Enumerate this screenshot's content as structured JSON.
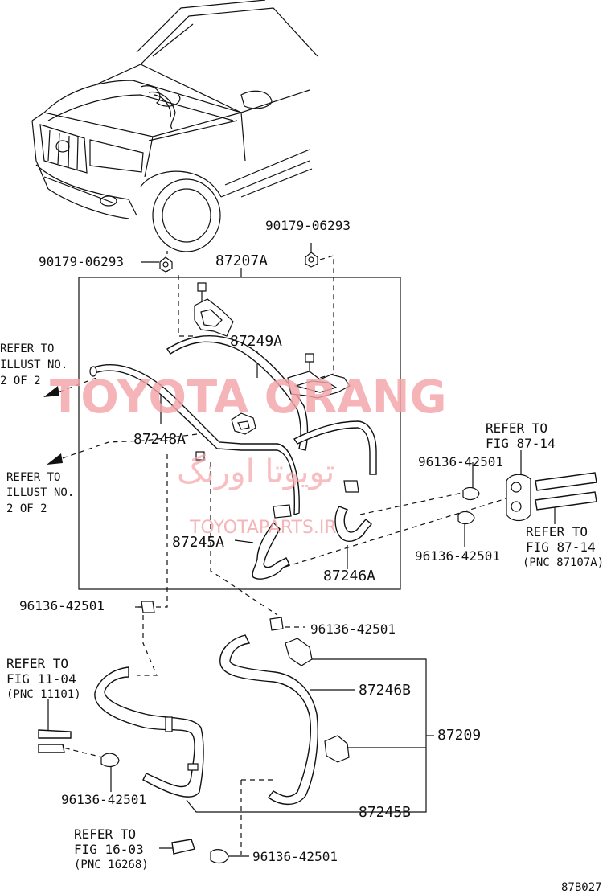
{
  "part_numbers": {
    "bolt_left": "90179-06293",
    "bolt_right": "90179-06293",
    "hose_assy_upper": "87207A",
    "hose_87249": "87249A",
    "hose_87248": "87248A",
    "hose_87245a": "87245A",
    "hose_87246a": "87246A",
    "clamp_right_upper": "96136-42501",
    "clamp_right_lower": "96136-42501",
    "clamp_left_mid": "96136-42501",
    "clamp_center_mid": "96136-42501",
    "hose_87246b": "87246B",
    "hose_assy_lower": "87209",
    "hose_87245b": "87245B",
    "clamp_lower_left": "96136-42501",
    "clamp_bottom": "96136-42501"
  },
  "references": {
    "illust_upper": [
      "REFER TO",
      "ILLUST NO.",
      "2 OF 2"
    ],
    "illust_lower": [
      "REFER TO",
      "ILLUST NO.",
      "2 OF 2"
    ],
    "fig_87_14_upper": [
      "REFER TO",
      "FIG 87-14"
    ],
    "fig_87_14_lower": [
      "REFER TO",
      "FIG 87-14",
      "(PNC 87107A)"
    ],
    "fig_11_04": [
      "REFER TO",
      "FIG 11-04",
      "(PNC 11101)"
    ],
    "fig_16_03": [
      "REFER TO",
      "FIG 16-03",
      "(PNC 16268)"
    ]
  },
  "watermark": {
    "brand": "TOYOTA ORANG",
    "arabic": "تويوتا اورنگ",
    "site": "TOYOTAPARTS.IR",
    "color": "#f4a5a9"
  },
  "figure_code": "87B027"
}
